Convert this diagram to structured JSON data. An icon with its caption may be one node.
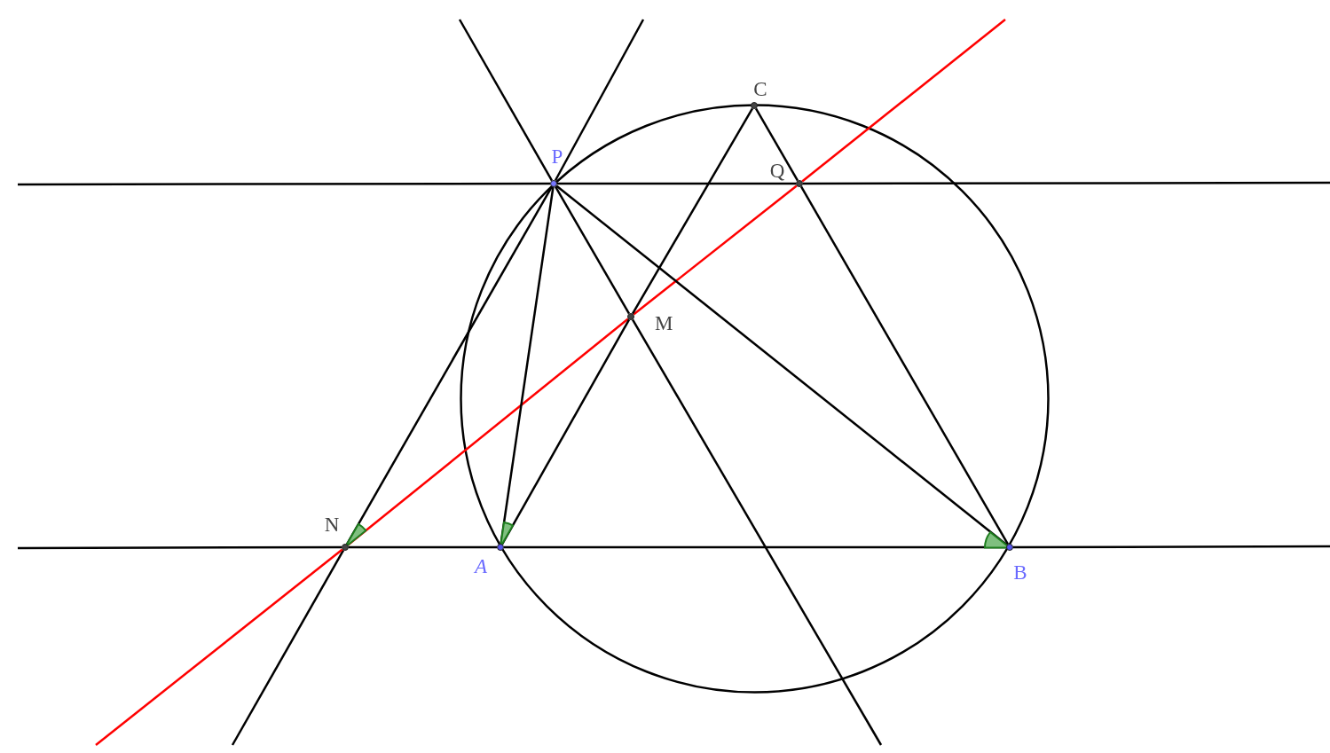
{
  "diagram": {
    "nodes": [
      {
        "text": [
          "C"
        ]
      },
      {
        "text": [
          "P"
        ]
      },
      {
        "text": [
          "Q"
        ]
      },
      {
        "text": [
          "M"
        ]
      },
      {
        "text": [
          "N"
        ]
      },
      {
        "text": [
          "A"
        ]
      },
      {
        "text": [
          "B"
        ]
      }
    ],
    "edges": [
      {
        "from": null,
        "to": 1,
        "arrow": "none"
      },
      {
        "from": 1,
        "to": 2,
        "arrow": "none"
      },
      {
        "from": 2,
        "to": null,
        "arrow": "none"
      },
      {
        "from": null,
        "to": 4,
        "arrow": "none"
      },
      {
        "from": 4,
        "to": 5,
        "arrow": "none"
      },
      {
        "from": 5,
        "to": 6,
        "arrow": "none"
      },
      {
        "from": 6,
        "to": null,
        "arrow": "none"
      },
      {
        "from": null,
        "to": 1,
        "arrow": "none"
      },
      {
        "from": 1,
        "to": 4,
        "arrow": "none"
      },
      {
        "from": 4,
        "to": null,
        "arrow": "none"
      },
      {
        "from": null,
        "to": 1,
        "arrow": "none"
      },
      {
        "from": 1,
        "to": 3,
        "arrow": "none"
      },
      {
        "from": 3,
        "to": null,
        "arrow": "none"
      },
      {
        "from": null,
        "to": 4,
        "arrow": "none",
        "color": "#ff0000"
      },
      {
        "from": 4,
        "to": 3,
        "arrow": "none",
        "color": "#ff0000"
      },
      {
        "from": 3,
        "to": 2,
        "arrow": "none",
        "color": "#ff0000"
      },
      {
        "from": 2,
        "to": null,
        "arrow": "none",
        "color": "#ff0000"
      },
      {
        "from": 1,
        "to": 5,
        "arrow": "none"
      },
      {
        "from": 1,
        "to": 6,
        "arrow": "none"
      },
      {
        "from": 5,
        "to": 3,
        "arrow": "none"
      },
      {
        "from": 3,
        "to": 0,
        "arrow": "none"
      },
      {
        "from": 0,
        "to": 2,
        "arrow": "none"
      },
      {
        "from": 2,
        "to": 6,
        "arrow": "none"
      }
    ]
  }
}
